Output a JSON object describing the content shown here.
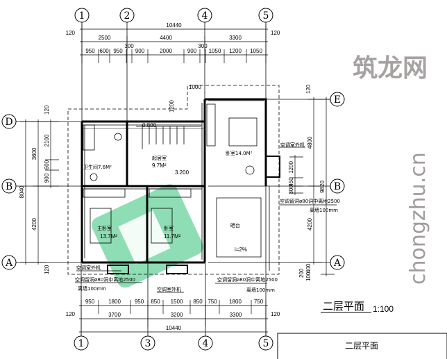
{
  "title": {
    "name": "二层平面",
    "scale": "1:100"
  },
  "title_block": {
    "name": "二层平面"
  },
  "axes": {
    "top": [
      "1",
      "2",
      "4",
      "5"
    ],
    "bottom": [
      "1",
      "3",
      "4",
      "5"
    ],
    "left": [
      "D",
      "B",
      "A"
    ],
    "right": [
      "E",
      "B",
      "A"
    ]
  },
  "dims": {
    "top_total": "10440",
    "top_mid": [
      "2500",
      "4400",
      "3300"
    ],
    "top_detail": [
      "950",
      "600",
      "950",
      "300",
      "900",
      "2000",
      "900",
      "300",
      "1050",
      "1200",
      "1050"
    ],
    "top_side": [
      "120",
      "120"
    ],
    "bottom_detail": [
      "950",
      "1800",
      "950",
      "850",
      "1500",
      "850",
      "750",
      "1800",
      "750"
    ],
    "bottom_mid": [
      "3700",
      "3200",
      "3300"
    ],
    "bottom_total": "10440",
    "bottom_side": [
      "120",
      "120"
    ],
    "left_total": "8040",
    "left_mid": [
      "3600",
      "4200"
    ],
    "left_detail": [
      "2100",
      "600",
      "900"
    ],
    "left_side": [
      "120",
      "120"
    ],
    "right_mid": [
      "4800",
      "4200"
    ],
    "right_total": "9820",
    "right_side": [
      "120",
      "400",
      "200",
      "100"
    ],
    "right_window": [
      "1200",
      "450",
      "300"
    ],
    "stair_top": "1000",
    "stair_vertical": "1200",
    "stair_level": "0.800"
  },
  "rooms": [
    {
      "name": "卫生间7.6M²"
    },
    {
      "name": "起居室",
      "area": "9.7M²",
      "level": "3.200"
    },
    {
      "name": "卧室14.0M²"
    },
    {
      "name": "主卧室",
      "area": "13.7M²"
    },
    {
      "name": "卧室",
      "area": "11.7M²"
    },
    {
      "name": "晒台",
      "slope": "i=2%"
    }
  ],
  "annotations": {
    "ac_unit": "空调室外机",
    "ac_hole": "空调留洞ø80洞中离地2500",
    "wall_offset": "离墙100mm"
  },
  "watermark": {
    "text": "chongzhu.cn",
    "cn": "筑龙网"
  },
  "colors": {
    "watermark_green": "#5fcf95",
    "watermark_gray": "#8a8383"
  }
}
